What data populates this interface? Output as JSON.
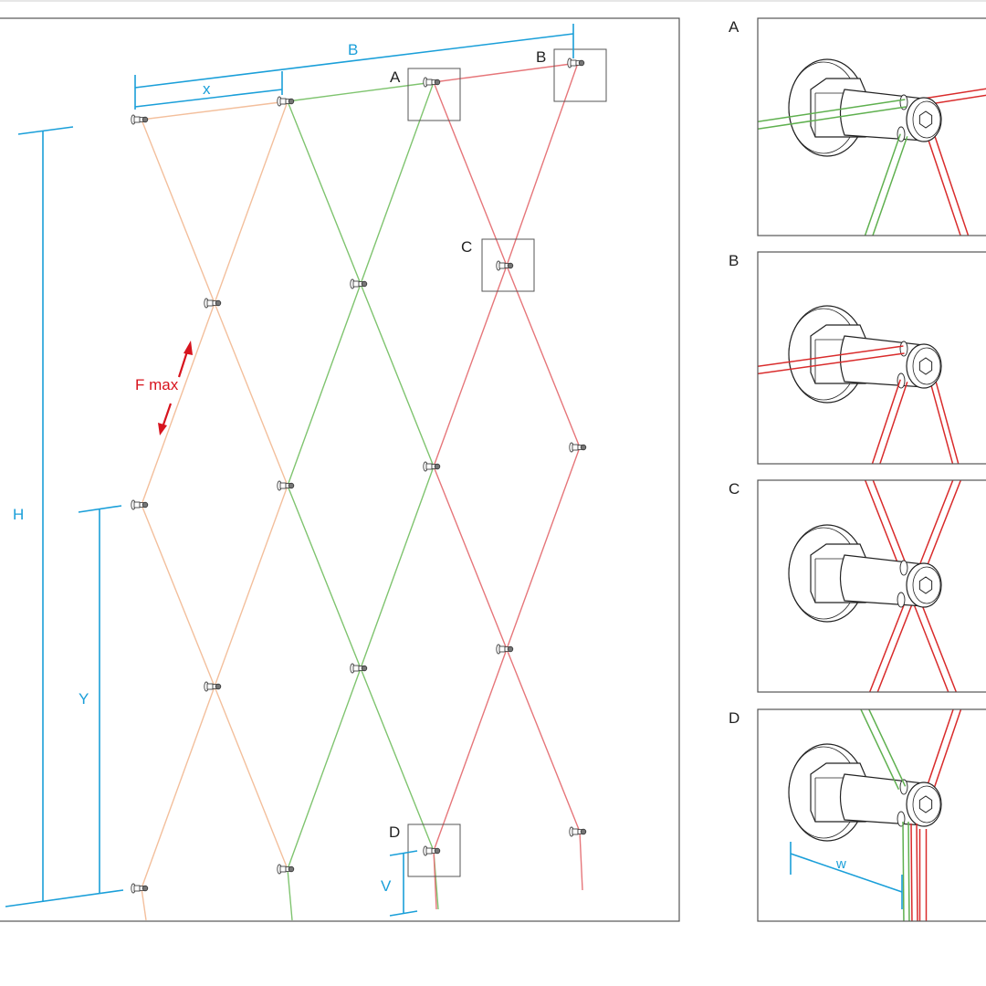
{
  "colors": {
    "frame": "#555555",
    "dimension": "#1a9fd9",
    "force": "#d7141e",
    "cable_orange": "#f3bf9c",
    "cable_green": "#7fc46f",
    "cable_red": "#e6767a",
    "detail_green": "#5fb04f",
    "detail_red": "#d92b2b"
  },
  "dimensions": {
    "b": "B",
    "x": "x",
    "h": "H",
    "y": "Y",
    "v": "V",
    "w": "w"
  },
  "force": {
    "label": "F max"
  },
  "callouts": [
    "A",
    "B",
    "C",
    "D"
  ],
  "details": [
    {
      "label": "A",
      "cables": [
        "green-in-left",
        "green-down",
        "red-out-right",
        "red-down"
      ]
    },
    {
      "label": "B",
      "cables": [
        "red-in-left",
        "red-down"
      ]
    },
    {
      "label": "C",
      "cables": [
        "red-up-left",
        "red-up-right",
        "red-down-left",
        "red-down-right"
      ]
    },
    {
      "label": "D",
      "cables": [
        "green-from-top",
        "red-from-top",
        "green-down",
        "red-down"
      ]
    }
  ]
}
